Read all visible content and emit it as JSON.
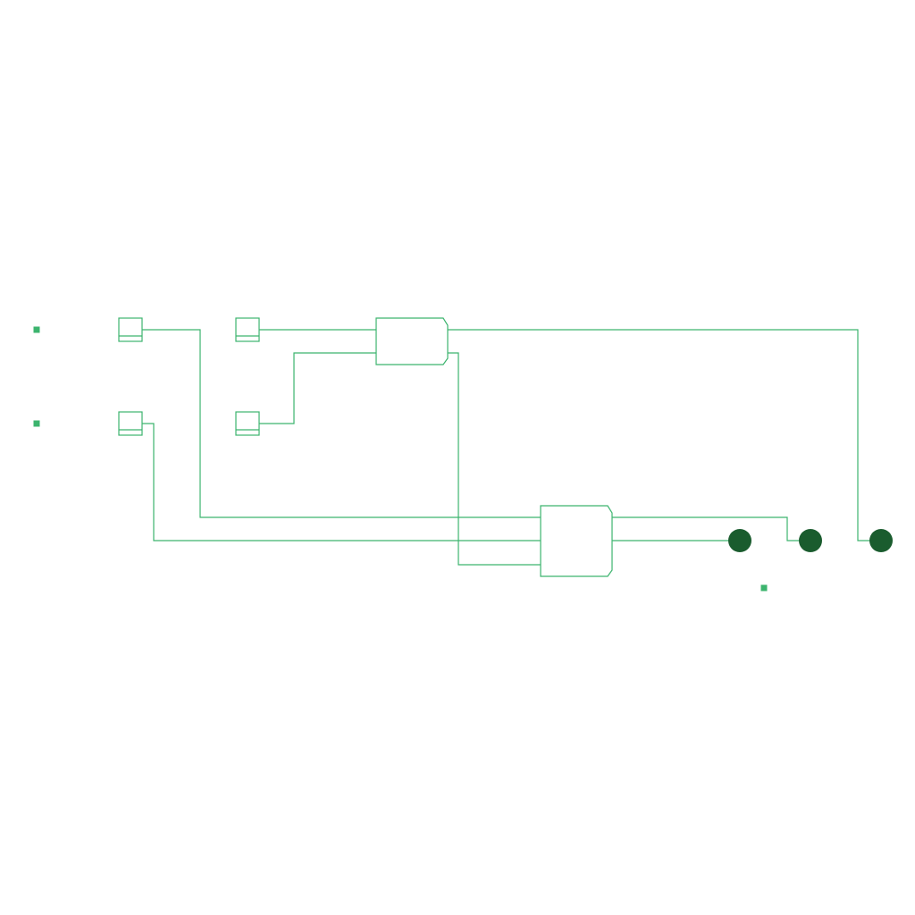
{
  "diagram": {
    "type": "circuit-schematic",
    "colors": {
      "wire": "#3cb46e",
      "component_stroke": "#3cb46e",
      "port_marker": "#3cb46e",
      "output_terminal": "#1a5c2e",
      "background": "#ffffff"
    },
    "port_markers": [
      "port-marker-1",
      "port-marker-2",
      "port-marker-3"
    ],
    "input_chips": [
      "chip-a1",
      "chip-a2",
      "chip-b1",
      "chip-b2"
    ],
    "blocks": [
      "logic-block-upper",
      "logic-block-lower"
    ],
    "output_terminals": [
      "output-terminal-1",
      "output-terminal-2",
      "output-terminal-3"
    ]
  }
}
